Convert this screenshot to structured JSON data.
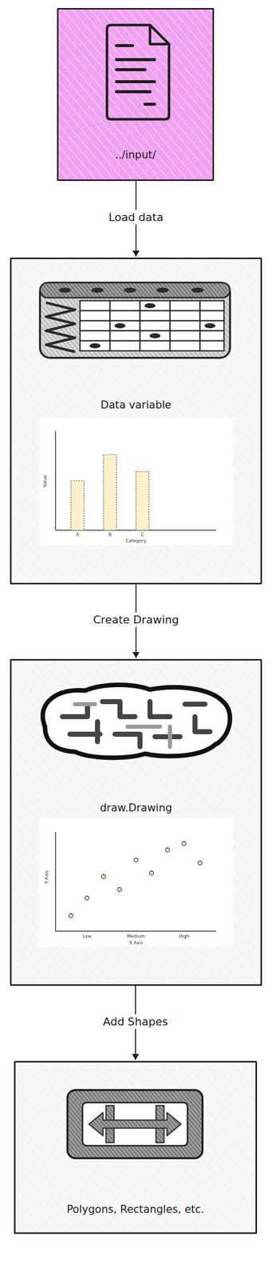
{
  "diagram": {
    "nodes": [
      {
        "text": [
          "../input/"
        ]
      },
      {
        "text": [
          "Data variable"
        ]
      },
      {
        "text": [
          "draw.Drawing"
        ]
      },
      {
        "text": [
          "Polygons, Rectangles, etc."
        ]
      }
    ],
    "edges": [
      {
        "from": 0,
        "to": 1,
        "label": "Load data",
        "arrow": "to"
      },
      {
        "from": 1,
        "to": 2,
        "label": "Create Drawing",
        "arrow": "to"
      },
      {
        "from": 2,
        "to": 3,
        "label": "Add Shapes",
        "arrow": "to"
      }
    ],
    "labels": [
      "Value",
      "A",
      "B",
      "C",
      "Category",
      "Y Axis",
      "Low",
      "Medium",
      "High",
      "X Axis"
    ]
  }
}
